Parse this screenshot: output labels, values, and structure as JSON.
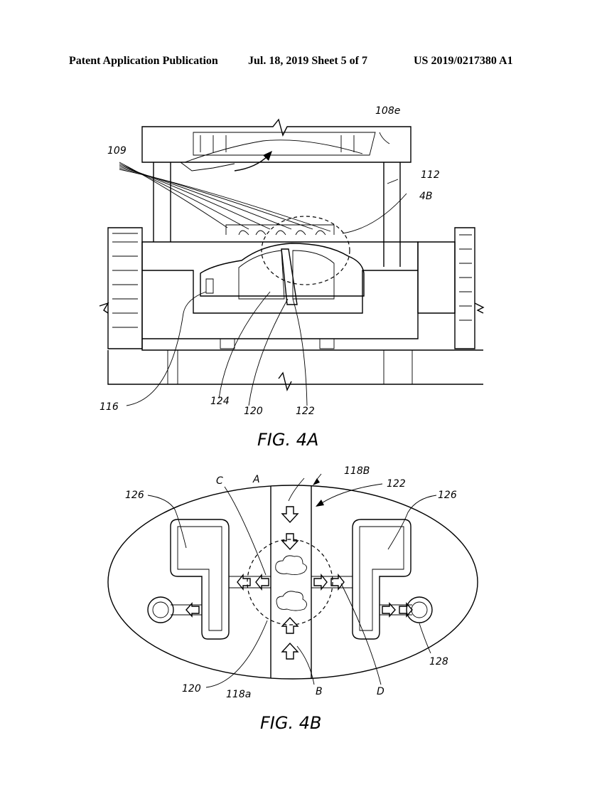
{
  "header": {
    "left": "Patent Application Publication",
    "center": "Jul. 18, 2019   Sheet 5 of 7",
    "right": "US 2019/0217380 A1"
  },
  "fig4a": {
    "caption": "FIG. 4A",
    "labels": {
      "r108e": "108e",
      "r109": "109",
      "r112": "112",
      "r4b": "4B",
      "r116": "116",
      "r124": "124",
      "r120": "120",
      "r122": "122"
    }
  },
  "fig4b": {
    "caption": "FIG. 4B",
    "labels": {
      "r118b": "118B",
      "rA": "A",
      "rC": "C",
      "r122": "122",
      "r126_left": "126",
      "r126_right": "126",
      "r128": "128",
      "r120": "120",
      "r118a": "118a",
      "rB": "B",
      "rD": "D"
    }
  }
}
